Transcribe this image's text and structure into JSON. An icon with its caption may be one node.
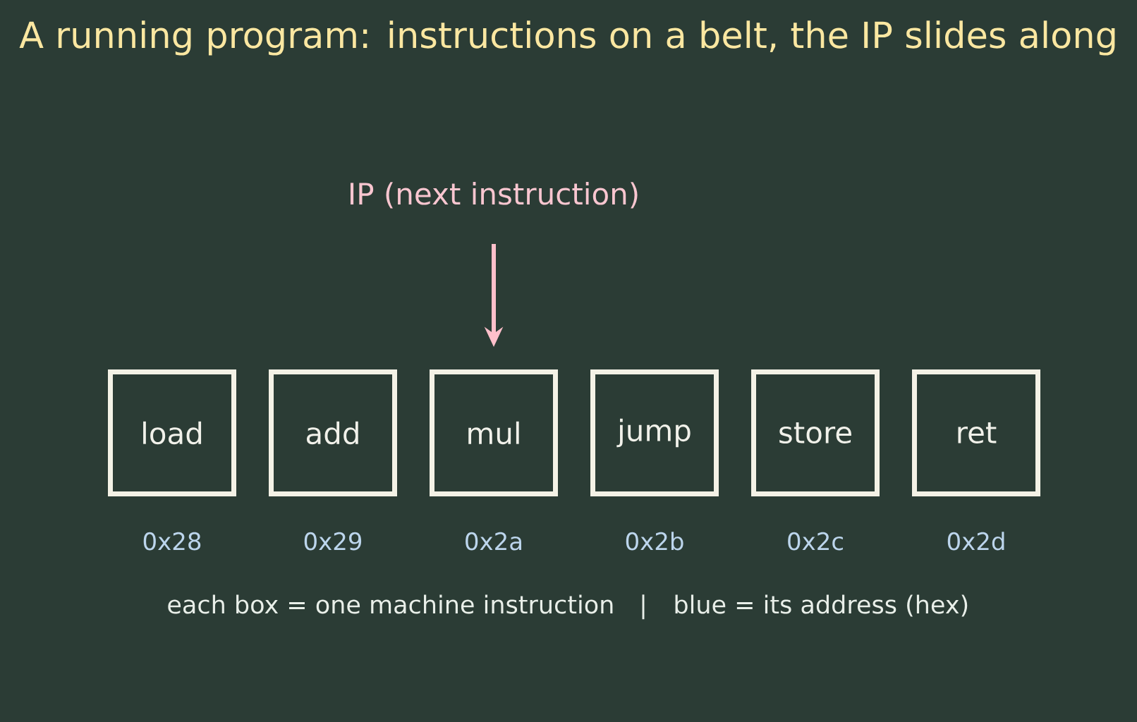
{
  "diagram": {
    "title": "A running program: instructions on a belt, the IP slides along",
    "nodes": [
      {
        "text": [
          "IP (next instruction)"
        ]
      },
      {
        "text": [
          "load"
        ],
        "beside": [
          "0x28"
        ]
      },
      {
        "text": [
          "add"
        ],
        "beside": [
          "0x29"
        ]
      },
      {
        "text": [
          "mul"
        ],
        "beside": [
          "0x2a"
        ]
      },
      {
        "text": [
          "jump"
        ],
        "beside": [
          "0x2b"
        ]
      },
      {
        "text": [
          "store"
        ],
        "beside": [
          "0x2c"
        ]
      },
      {
        "text": [
          "ret"
        ],
        "beside": [
          "0x2d"
        ]
      }
    ],
    "edges": [
      {
        "from": 0,
        "to": 3,
        "arrow": "to",
        "color": "#ffc0cb"
      }
    ],
    "labels": [
      "each box = one machine instruction",
      "|",
      "blue = its address (hex)"
    ]
  }
}
